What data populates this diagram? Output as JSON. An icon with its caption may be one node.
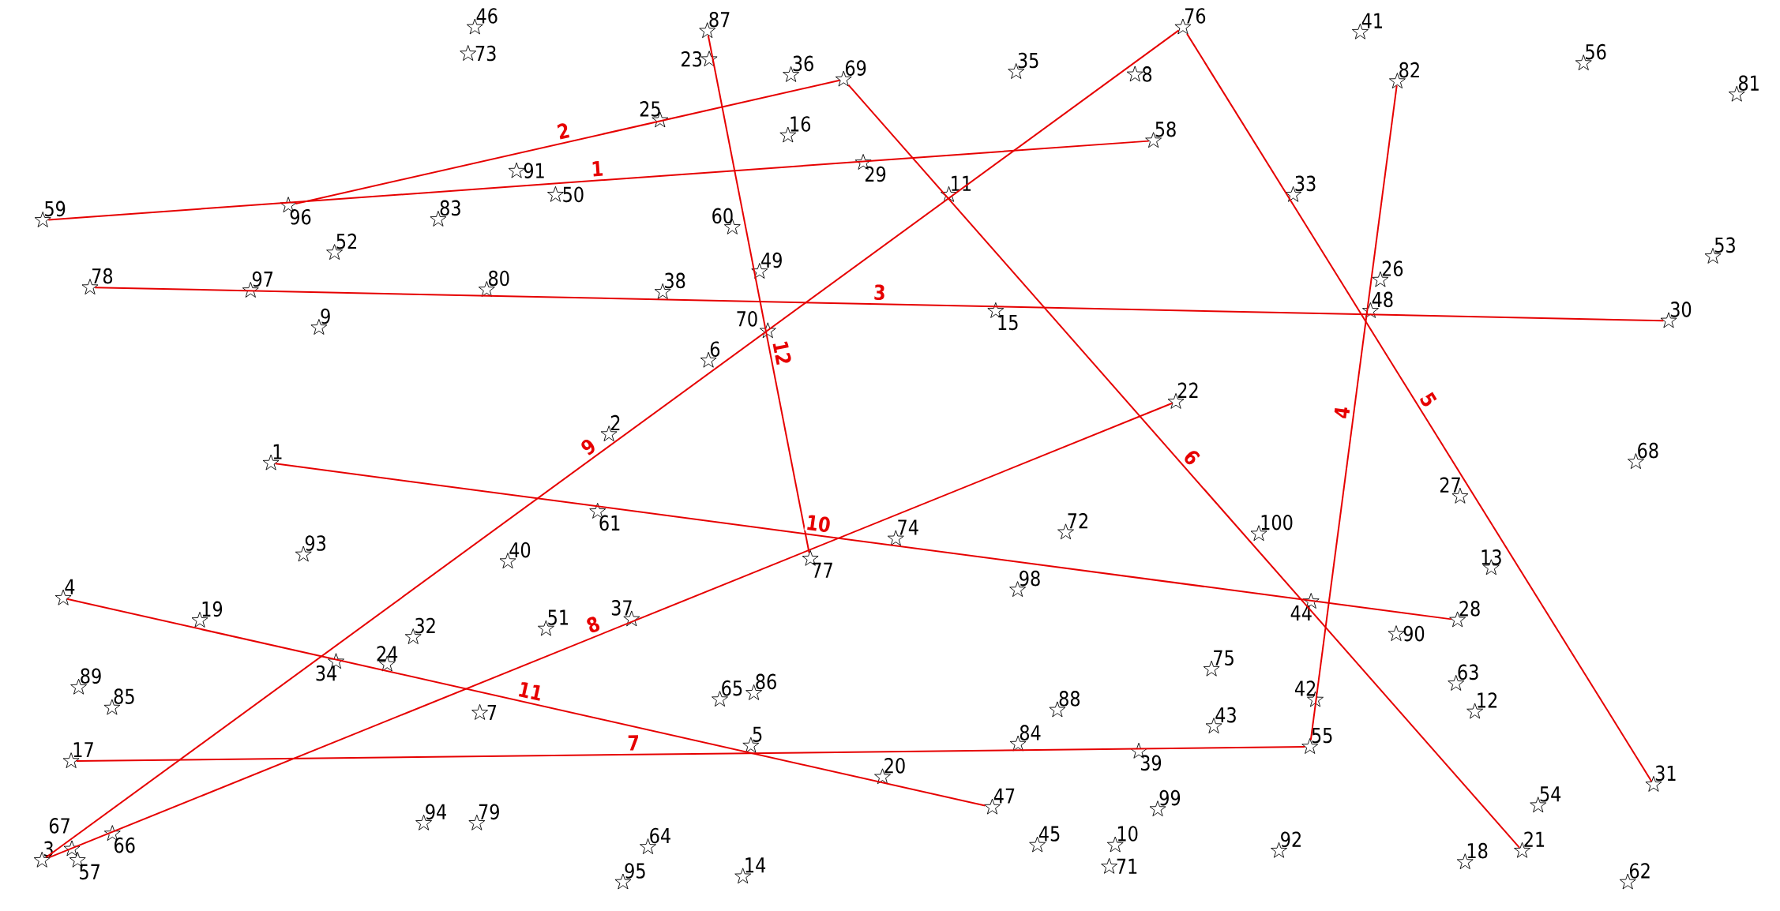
{
  "diagram": {
    "nodes": [
      {
        "text": [
          "1"
        ]
      },
      {
        "text": [
          "2"
        ]
      },
      {
        "text": [
          "3"
        ]
      },
      {
        "text": [
          "4"
        ]
      },
      {
        "text": [
          "5"
        ]
      },
      {
        "text": [
          "6"
        ]
      },
      {
        "text": [
          "7"
        ]
      },
      {
        "text": [
          "8"
        ]
      },
      {
        "text": [
          "9"
        ]
      },
      {
        "text": [
          "10"
        ]
      },
      {
        "text": [
          "11"
        ]
      },
      {
        "text": [
          "12"
        ]
      },
      {
        "text": [
          "13"
        ]
      },
      {
        "text": [
          "14"
        ]
      },
      {
        "text": [
          "15"
        ]
      },
      {
        "text": [
          "16"
        ]
      },
      {
        "text": [
          "17"
        ]
      },
      {
        "text": [
          "18"
        ]
      },
      {
        "text": [
          "19"
        ]
      },
      {
        "text": [
          "20"
        ]
      },
      {
        "text": [
          "21"
        ]
      },
      {
        "text": [
          "22"
        ]
      },
      {
        "text": [
          "23"
        ]
      },
      {
        "text": [
          "24"
        ]
      },
      {
        "text": [
          "25"
        ]
      },
      {
        "text": [
          "26"
        ]
      },
      {
        "text": [
          "27"
        ]
      },
      {
        "text": [
          "28"
        ]
      },
      {
        "text": [
          "29"
        ]
      },
      {
        "text": [
          "30"
        ]
      },
      {
        "text": [
          "31"
        ]
      },
      {
        "text": [
          "32"
        ]
      },
      {
        "text": [
          "33"
        ]
      },
      {
        "text": [
          "34"
        ]
      },
      {
        "text": [
          "35"
        ]
      },
      {
        "text": [
          "36"
        ]
      },
      {
        "text": [
          "37"
        ]
      },
      {
        "text": [
          "38"
        ]
      },
      {
        "text": [
          "39"
        ]
      },
      {
        "text": [
          "40"
        ]
      },
      {
        "text": [
          "41"
        ]
      },
      {
        "text": [
          "42"
        ]
      },
      {
        "text": [
          "43"
        ]
      },
      {
        "text": [
          "44"
        ]
      },
      {
        "text": [
          "45"
        ]
      },
      {
        "text": [
          "46"
        ]
      },
      {
        "text": [
          "47"
        ]
      },
      {
        "text": [
          "48"
        ]
      },
      {
        "text": [
          "49"
        ]
      },
      {
        "text": [
          "50"
        ]
      },
      {
        "text": [
          "51"
        ]
      },
      {
        "text": [
          "52"
        ]
      },
      {
        "text": [
          "53"
        ]
      },
      {
        "text": [
          "54"
        ]
      },
      {
        "text": [
          "55"
        ]
      },
      {
        "text": [
          "56"
        ]
      },
      {
        "text": [
          "57"
        ]
      },
      {
        "text": [
          "58"
        ]
      },
      {
        "text": [
          "59"
        ]
      },
      {
        "text": [
          "60"
        ]
      },
      {
        "text": [
          "61"
        ]
      },
      {
        "text": [
          "62"
        ]
      },
      {
        "text": [
          "63"
        ]
      },
      {
        "text": [
          "64"
        ]
      },
      {
        "text": [
          "65"
        ]
      },
      {
        "text": [
          "66"
        ]
      },
      {
        "text": [
          "67"
        ]
      },
      {
        "text": [
          "68"
        ]
      },
      {
        "text": [
          "69"
        ]
      },
      {
        "text": [
          "70"
        ]
      },
      {
        "text": [
          "71"
        ]
      },
      {
        "text": [
          "72"
        ]
      },
      {
        "text": [
          "73"
        ]
      },
      {
        "text": [
          "74"
        ]
      },
      {
        "text": [
          "75"
        ]
      },
      {
        "text": [
          "76"
        ]
      },
      {
        "text": [
          "77"
        ]
      },
      {
        "text": [
          "78"
        ]
      },
      {
        "text": [
          "79"
        ]
      },
      {
        "text": [
          "80"
        ]
      },
      {
        "text": [
          "81"
        ]
      },
      {
        "text": [
          "82"
        ]
      },
      {
        "text": [
          "83"
        ]
      },
      {
        "text": [
          "84"
        ]
      },
      {
        "text": [
          "85"
        ]
      },
      {
        "text": [
          "86"
        ]
      },
      {
        "text": [
          "87"
        ]
      },
      {
        "text": [
          "88"
        ]
      },
      {
        "text": [
          "89"
        ]
      },
      {
        "text": [
          "90"
        ]
      },
      {
        "text": [
          "91"
        ]
      },
      {
        "text": [
          "92"
        ]
      },
      {
        "text": [
          "93"
        ]
      },
      {
        "text": [
          "94"
        ]
      },
      {
        "text": [
          "95"
        ]
      },
      {
        "text": [
          "96"
        ]
      },
      {
        "text": [
          "97"
        ]
      },
      {
        "text": [
          "98"
        ]
      },
      {
        "text": [
          "99"
        ]
      },
      {
        "text": [
          "100"
        ]
      }
    ],
    "edges": [
      {
        "from": 58,
        "to": 57,
        "arrow": "none",
        "label": "1"
      },
      {
        "from": 95,
        "to": 68,
        "arrow": "none",
        "label": "2"
      },
      {
        "from": 77,
        "to": 29,
        "arrow": "none",
        "label": "3"
      },
      {
        "from": 81,
        "to": 54,
        "arrow": "none",
        "label": "4"
      },
      {
        "from": 75,
        "to": 30,
        "arrow": "none",
        "label": "5"
      },
      {
        "from": 68,
        "to": 20,
        "arrow": "none",
        "label": "6"
      },
      {
        "from": 16,
        "to": 54,
        "arrow": "none",
        "label": "7"
      },
      {
        "from": 2,
        "to": 21,
        "arrow": "none",
        "label": "8"
      },
      {
        "from": 2,
        "to": 75,
        "arrow": "none",
        "label": "9"
      },
      {
        "from": 0,
        "to": 27,
        "arrow": "none",
        "label": "10"
      },
      {
        "from": 3,
        "to": 46,
        "arrow": "none",
        "label": "11"
      },
      {
        "from": 86,
        "to": 76,
        "arrow": "none",
        "label": "12"
      }
    ]
  }
}
